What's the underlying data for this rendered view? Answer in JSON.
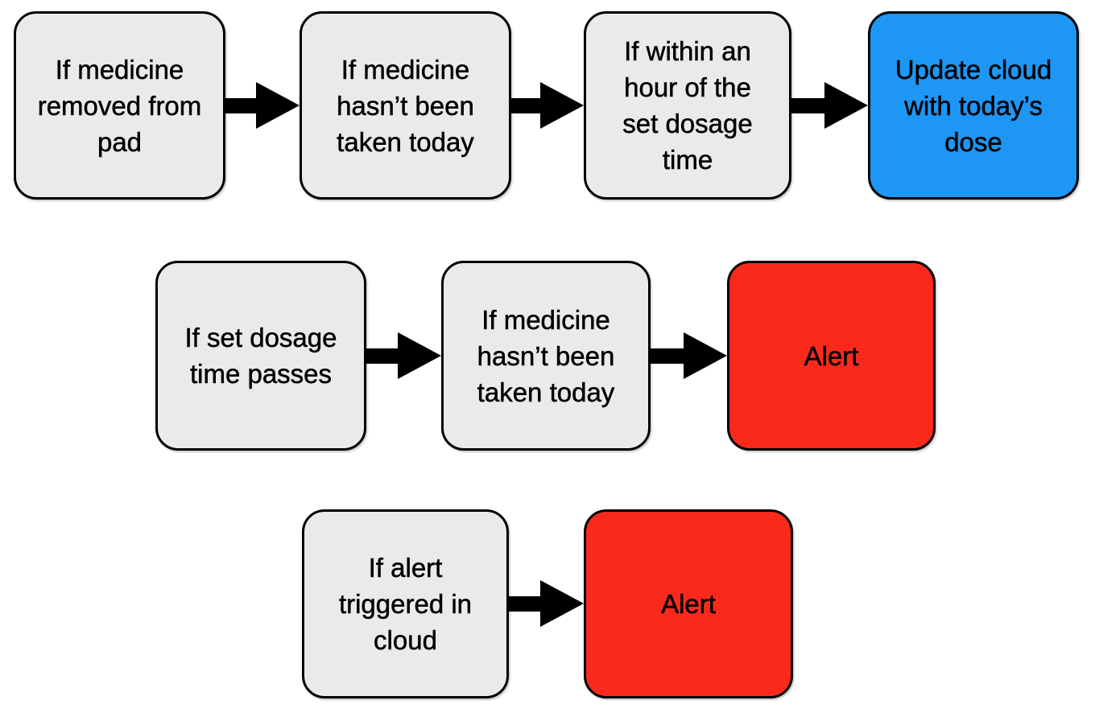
{
  "colors": {
    "background": "#ffffff",
    "node_fill": "#eaeaea",
    "node_border": "#000000",
    "action_fill": "#1e96f4",
    "alert_fill": "#f92a1c",
    "arrow": "#000000",
    "text": "#000000"
  },
  "flowchart": {
    "rows": [
      {
        "nodes": [
          {
            "label": "If medicine\nremoved from\npad",
            "type": "condition"
          },
          {
            "label": "If medicine\nhasn’t been\ntaken today",
            "type": "condition"
          },
          {
            "label": "If within an\nhour of the\nset dosage\ntime",
            "type": "condition"
          },
          {
            "label": "Update cloud\nwith today’s\ndose",
            "type": "action"
          }
        ]
      },
      {
        "nodes": [
          {
            "label": "If set dosage\ntime passes",
            "type": "condition"
          },
          {
            "label": "If medicine\nhasn’t been\ntaken today",
            "type": "condition"
          },
          {
            "label": "Alert",
            "type": "alert"
          }
        ]
      },
      {
        "nodes": [
          {
            "label": "If alert\ntriggered in\ncloud",
            "type": "condition"
          },
          {
            "label": "Alert",
            "type": "alert"
          }
        ]
      }
    ]
  }
}
